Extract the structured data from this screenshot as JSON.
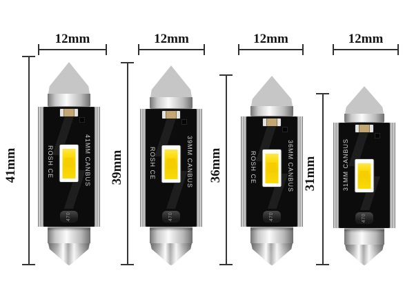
{
  "colors": {
    "background": "#ffffff",
    "dimension_line": "#2e2e2e",
    "dimension_label": "#141414",
    "pcb_black": "#0c0c0c",
    "pcb_text": "#cfcfcf",
    "led_yellow": "#fbda07",
    "led_frame_white": "#fcfcf8",
    "smd_gold": "#c2a674",
    "metal_silver": "#c9c9c9"
  },
  "bulbs": [
    {
      "name": "festoon-41mm",
      "width_label": "12mm",
      "length_label": "41mm",
      "pcb_left_text": "ROSH CE",
      "pcb_right_text": "41MM CANBUS",
      "capacitor_label": "470"
    },
    {
      "name": "festoon-39mm",
      "width_label": "12mm",
      "length_label": "39mm",
      "pcb_left_text": "ROSH CE",
      "pcb_right_text": "39MM CANBUS",
      "capacitor_label": "470"
    },
    {
      "name": "festoon-36mm",
      "width_label": "12mm",
      "length_label": "36mm",
      "pcb_left_text": "ROSH CE",
      "pcb_right_text": "36MM CANBUS",
      "capacitor_label": "470"
    },
    {
      "name": "festoon-31mm",
      "width_label": "12mm",
      "length_label": "31mm",
      "pcb_left_text": "31MM CANBUS",
      "pcb_right_text": "",
      "capacitor_label": "470"
    }
  ]
}
